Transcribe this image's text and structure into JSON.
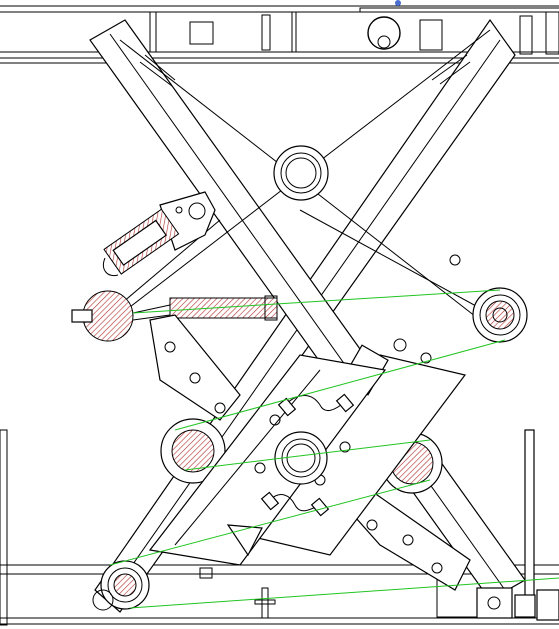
{
  "drawing": {
    "style": "mechanical line drawing",
    "colors": {
      "line": "#000000",
      "background": "#ffffff",
      "cable": "#21c421",
      "top_marker": "#4a6ed0"
    },
    "components": [
      "top-frame",
      "bottom-frame",
      "scissor-arm-ascending",
      "scissor-arm-descending",
      "center-pivot",
      "hydraulic-cylinder-upper",
      "hydraulic-cylinder-lower",
      "pulleys",
      "cable-lines",
      "guide-post-right"
    ]
  }
}
